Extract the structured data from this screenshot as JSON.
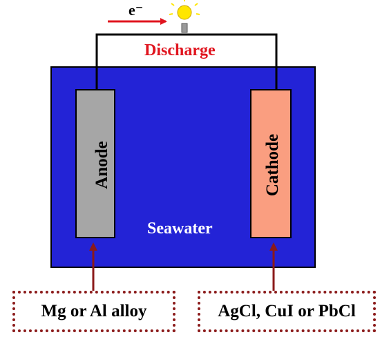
{
  "diagram": {
    "electron_label": "e⁻",
    "discharge_label": "Discharge",
    "electrolyte_label": "Seawater",
    "anode_label": "Anode",
    "cathode_label": "Cathode",
    "anode_material": "Mg or Al alloy",
    "cathode_material": "AgCl, CuI or PbCl"
  },
  "colors": {
    "electrolyte": "#2323d6",
    "anode": "#a6a6a6",
    "cathode": "#fa9e80",
    "discharge_text": "#e0141e",
    "arrow": "#8b1a1a",
    "electron_arrow": "#e0141e",
    "bulb": "#ffe600"
  },
  "icons": {
    "bulb": "light-bulb-icon"
  }
}
